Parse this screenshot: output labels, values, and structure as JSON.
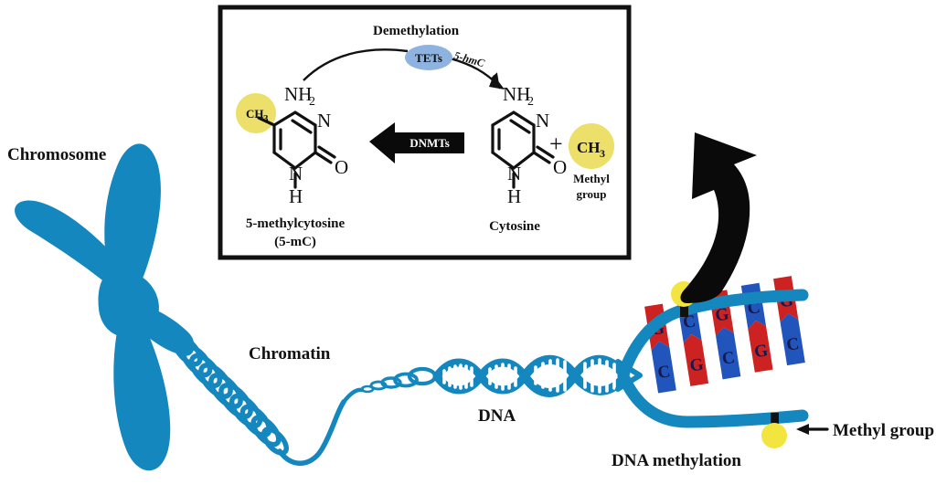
{
  "figure": {
    "title_labels": {
      "chromosome": "Chromosome",
      "chromatin": "Chromatin",
      "dna": "DNA",
      "dna_methylation": "DNA methylation",
      "methyl_group_callout": "Methyl group"
    }
  },
  "inset_box": {
    "demethylation_label": "Demethylation",
    "tets_label": "TETs",
    "intermediate_label": "5-hmC",
    "dnmts_label": "DNMTs",
    "plus_sign": "+",
    "left_molecule": {
      "name_line1": "5-methylcytosine",
      "name_line2": "(5-mC)",
      "methyl_badge": "CH",
      "methyl_badge_sub": "3",
      "atoms": {
        "amine": "NH",
        "amine_sub": "2",
        "ring_n_top": "N",
        "ring_n_bottom": "N",
        "nh_hydrogen": "H",
        "carbonyl_o": "O"
      }
    },
    "right_molecule": {
      "name": "Cytosine",
      "atoms": {
        "amine": "NH",
        "amine_sub": "2",
        "ring_n_top": "N",
        "ring_n_bottom": "N",
        "nh_hydrogen": "H",
        "carbonyl_o": "O"
      }
    },
    "methyl_group_badge": {
      "formula": "CH",
      "formula_sub": "3",
      "caption_line1": "Methyl",
      "caption_line2": "group"
    }
  },
  "dna_bases": {
    "top_strand": [
      "G",
      "C",
      "G",
      "C",
      "G"
    ],
    "bottom_strand": [
      "C",
      "G",
      "C",
      "G",
      "C"
    ],
    "top_colors": [
      "#cc2222",
      "#2255bb",
      "#cc2222",
      "#2255bb",
      "#cc2222"
    ],
    "bottom_colors": [
      "#2255bb",
      "#cc2222",
      "#2255bb",
      "#cc2222",
      "#2255bb"
    ]
  },
  "colors": {
    "dna_blue": "#1587bf",
    "base_red": "#cc2222",
    "base_blue": "#2255bb",
    "methyl_yellow": "#f2e53f",
    "methyl_pale_yellow": "#ecdf6a",
    "tets_blue": "#8fb3e0",
    "ink": "#111111",
    "background": "#ffffff"
  }
}
